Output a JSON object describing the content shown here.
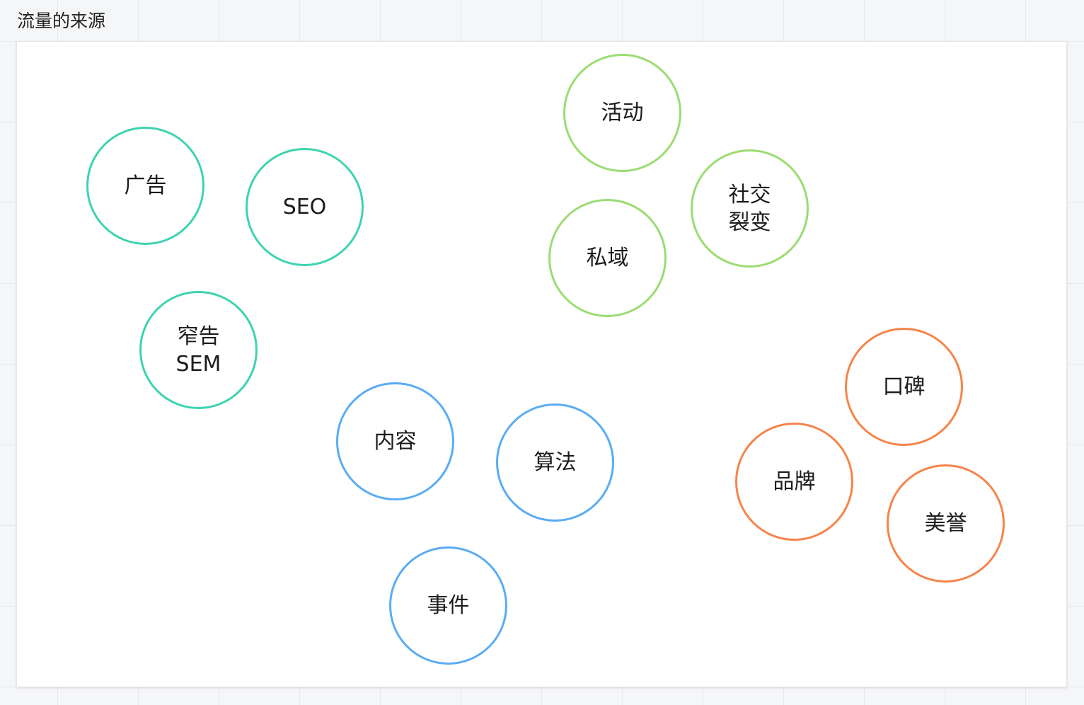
{
  "frame": {
    "title": "流量的来源"
  },
  "colors": {
    "teal": "#3ed3b1",
    "green": "#9bdc72",
    "blue": "#5aacf4",
    "orange": "#f6844a"
  },
  "bubbles": {
    "ads": "广告",
    "seo": "SEO",
    "sem": "窄告\nSEM",
    "activity": "活动",
    "social": "社交\n裂变",
    "private_domain": "私域",
    "content": "内容",
    "algorithm": "算法",
    "event": "事件",
    "word_of_mouth": "口碑",
    "brand": "品牌",
    "reputation": "美誉"
  }
}
